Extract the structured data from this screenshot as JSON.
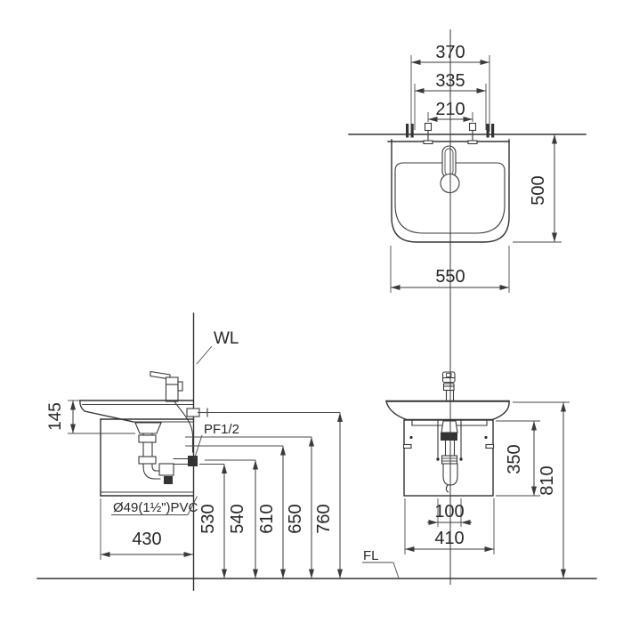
{
  "drawing": {
    "title_hint": "wall-hung basin installation dimensions",
    "top_view": {
      "dim_370": "370",
      "dim_335": "335",
      "dim_210": "210",
      "dim_500": "500",
      "dim_550": "550"
    },
    "side_view": {
      "water_line_label": "WL",
      "supply_label": "PF1/2",
      "drain_pipe_label": "Ø49(1½\")PVC",
      "dim_145": "145",
      "dim_430": "430",
      "dim_530": "530",
      "dim_540": "540",
      "dim_610": "610",
      "dim_650": "650",
      "dim_760": "760"
    },
    "front_view": {
      "dim_350": "350",
      "dim_810": "810",
      "dim_100": "100",
      "dim_410": "410",
      "floor_line_label": "FL"
    }
  },
  "colors": {
    "line": "#333333",
    "background": "#ffffff"
  }
}
